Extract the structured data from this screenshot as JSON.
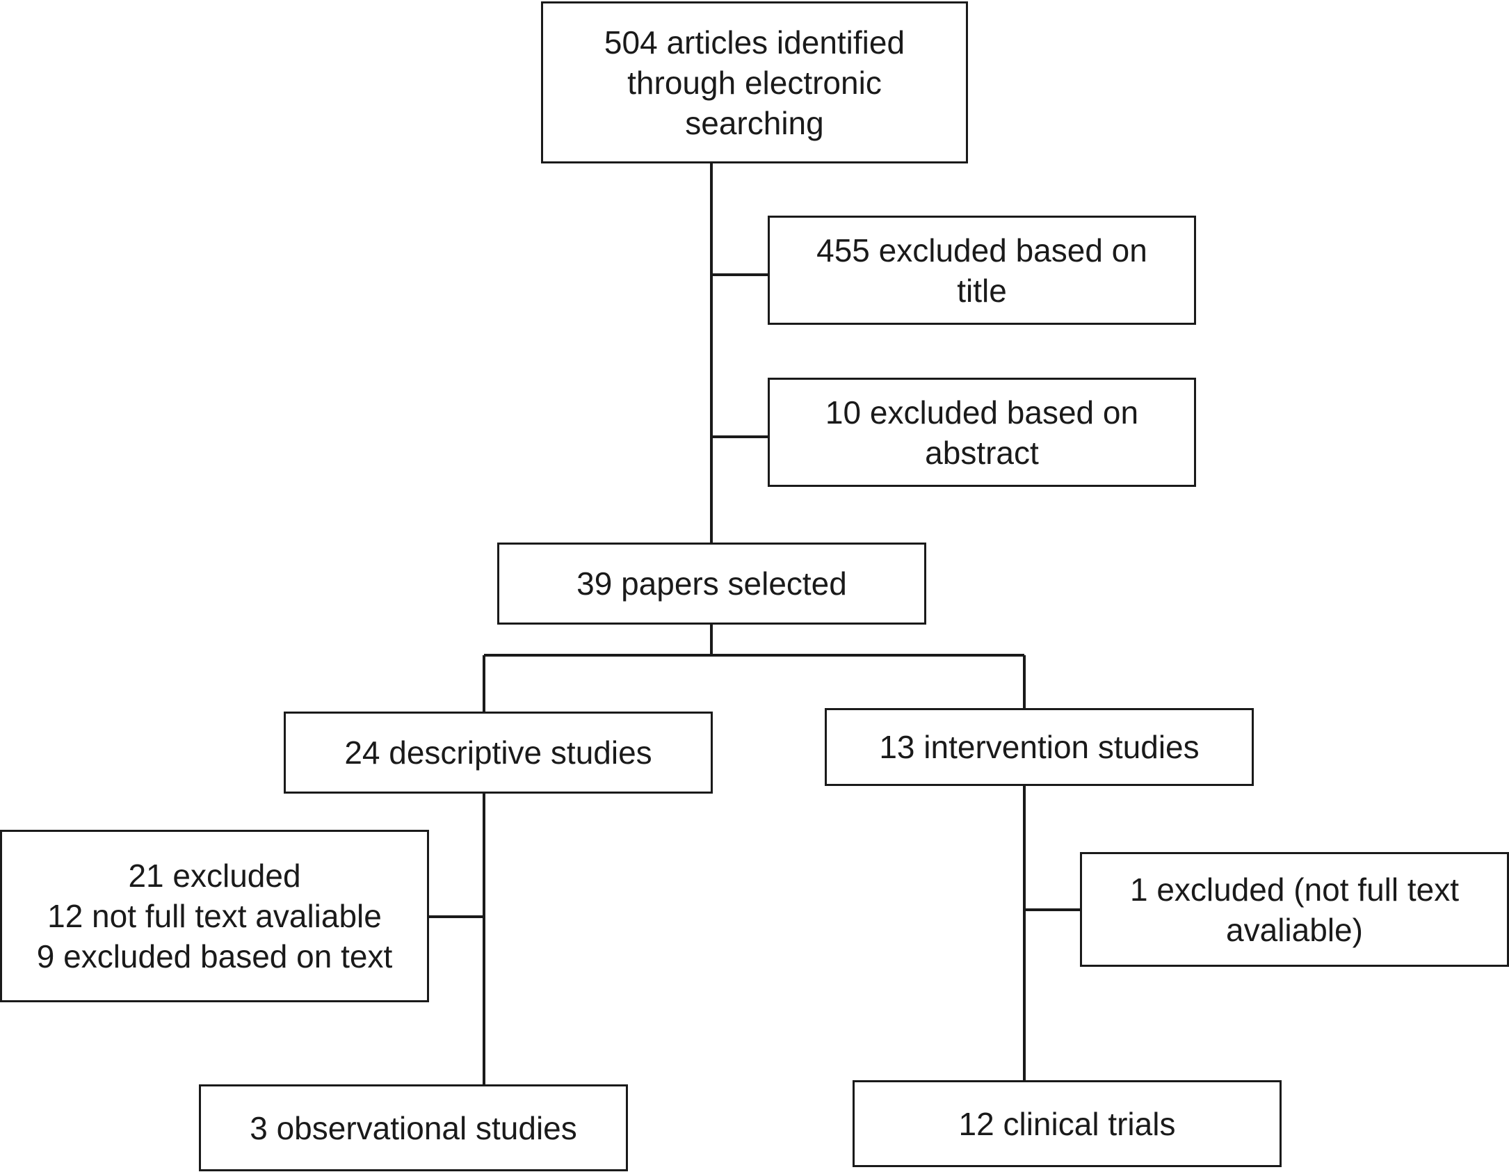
{
  "diagram": {
    "type": "flowchart",
    "boxes": {
      "identified": [
        "504 articles identified",
        "through electronic",
        "searching"
      ],
      "excluded_title": [
        "455 excluded based on",
        "title"
      ],
      "excluded_abstract": [
        "10 excluded based on",
        "abstract"
      ],
      "selected": [
        "39 papers selected"
      ],
      "descriptive": [
        "24 descriptive studies"
      ],
      "intervention": [
        "13 intervention studies"
      ],
      "excluded_descriptive": [
        "21 excluded",
        "12 not full text avaliable",
        "9 excluded based on text"
      ],
      "excluded_intervention": [
        "1 excluded (not full text",
        "avaliable)"
      ],
      "observational": [
        "3 observational studies"
      ],
      "clinical_trials": [
        "12 clinical trials"
      ]
    },
    "colors": {
      "line": "#1a1a1a",
      "box_fill": "#ffffff"
    }
  }
}
